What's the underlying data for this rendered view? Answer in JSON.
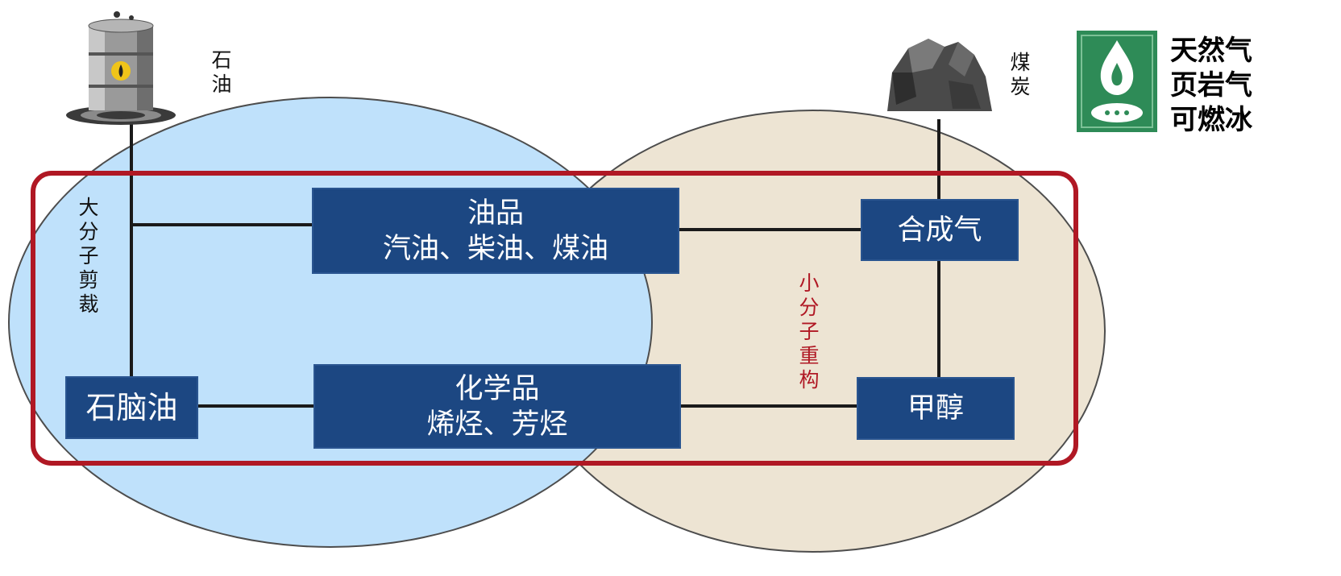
{
  "sources": {
    "oil_label": [
      "石",
      "油"
    ],
    "coal_label": [
      "煤",
      "炭"
    ],
    "gas_list": [
      "天然气",
      "页岩气",
      "可燃冰"
    ]
  },
  "routes": {
    "left_label": [
      "大",
      "分",
      "子",
      "剪",
      "裁"
    ],
    "right_label": [
      "小",
      "分",
      "子",
      "重",
      "构"
    ]
  },
  "boxes": {
    "fuels": {
      "title": "油品",
      "subtitle": "汽油、柴油、煤油"
    },
    "chemicals": {
      "title": "化学品",
      "subtitle": "烯烃、芳烃"
    },
    "naphtha": {
      "title": "石脑油"
    },
    "syngas": {
      "title": "合成气"
    },
    "methanol": {
      "title": "甲醇"
    }
  },
  "colors": {
    "oil_region": "#bfe1fb",
    "coal_region": "#ede4d3",
    "box_fill": "#1c4782",
    "frame": "#b01824",
    "gas_icon": "#2e8b57"
  },
  "icons": {
    "oil": "oil-barrel-icon",
    "coal": "coal-lump-icon",
    "gas": "gas-flame-icon"
  }
}
